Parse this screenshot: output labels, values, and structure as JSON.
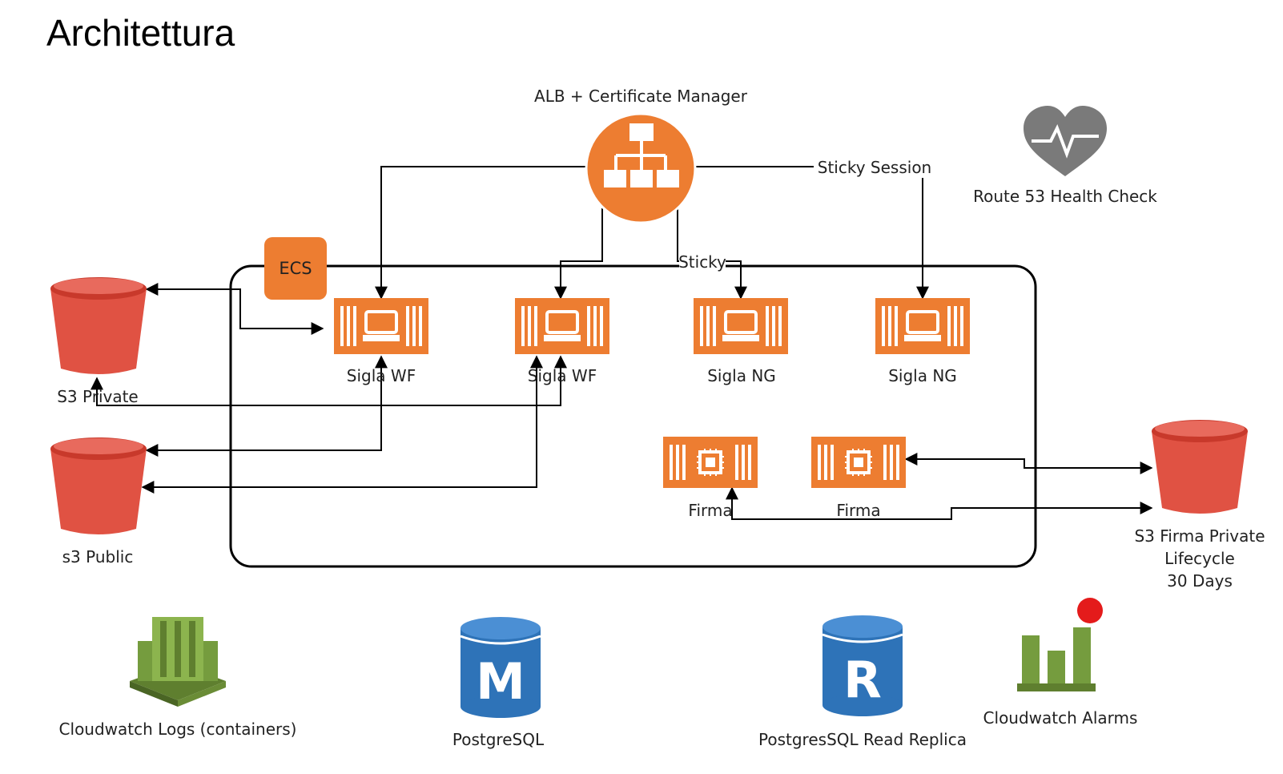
{
  "page_title": "Architettura",
  "alb": {
    "label": "ALB + Certificate Manager"
  },
  "ecs": {
    "label": "ECS"
  },
  "route53": {
    "label": "Route 53 Health Check"
  },
  "connectors": {
    "sticky_session": "Sticky Session",
    "sticky": "Sticky"
  },
  "containers": [
    {
      "label": "Sigla WF"
    },
    {
      "label": "Sigla WF"
    },
    {
      "label": "Sigla NG"
    },
    {
      "label": "Sigla NG"
    }
  ],
  "firma": [
    {
      "label": "Firma"
    },
    {
      "label": "Firma"
    }
  ],
  "buckets": {
    "s3_private": "S3 Private",
    "s3_public": "s3 Public",
    "s3_firma_line1": "S3 Firma Private",
    "s3_firma_line2": "Lifecycle",
    "s3_firma_line3": "30 Days"
  },
  "services": {
    "cloudwatch_logs": "Cloudwatch Logs (containers)",
    "postgres": "PostgreSQL",
    "postgres_replica": "PostgresSQL Read Replica",
    "cloudwatch_alarms": "Cloudwatch Alarms"
  },
  "icon_letters": {
    "master": "M",
    "replica": "R"
  },
  "colors": {
    "aws_orange": "#ed7d31",
    "bucket_red": "#e05243",
    "db_blue": "#2e73b8",
    "cloudwatch_green": "#759c3e",
    "alarm_red": "#e41b1b",
    "health_gray": "#7a7a7a"
  }
}
